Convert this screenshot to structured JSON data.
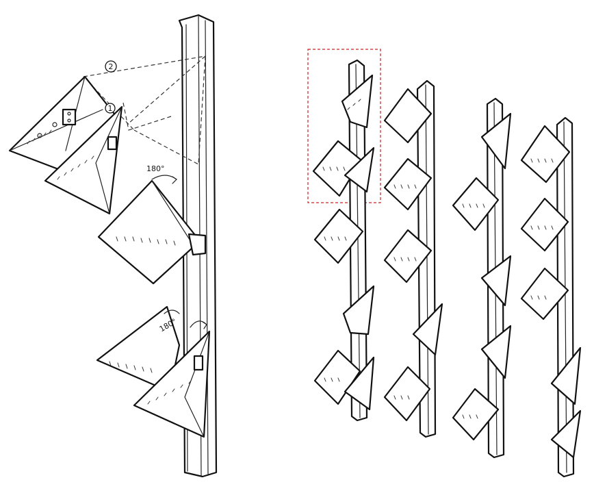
{
  "annotations": {
    "step_one": "1",
    "step_two": "2",
    "rotation_label_a": "180°",
    "rotation_label_b": "180°"
  },
  "colors": {
    "ink": "#111111",
    "selection_box": "#cc2222",
    "paper": "#ffffff"
  },
  "icons": [
    "rotation-arrow-icon",
    "bracket-icon"
  ]
}
